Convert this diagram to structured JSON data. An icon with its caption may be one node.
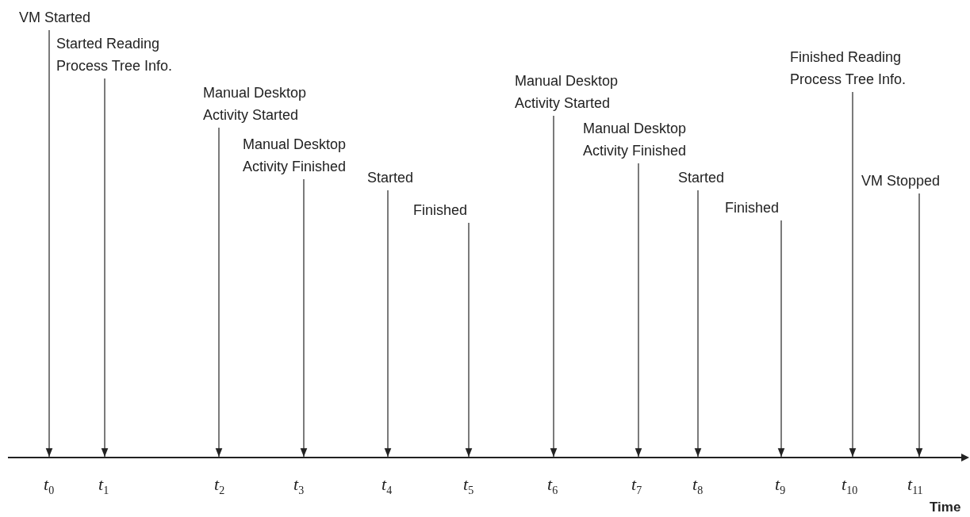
{
  "diagram": {
    "nodes": [
      {
        "text": [
          "VM Started"
        ]
      },
      {
        "text": [
          "Started Reading Process Tree Info."
        ]
      },
      {
        "text": [
          "Manual Desktop Activity Started"
        ]
      },
      {
        "text": [
          "Manual Desktop Activity Finished"
        ]
      },
      {
        "text": [
          "Started"
        ]
      },
      {
        "text": [
          "Finished"
        ]
      },
      {
        "text": [
          "Manual Desktop Activity Started"
        ]
      },
      {
        "text": [
          "Manual Desktop Activity Finished"
        ]
      },
      {
        "text": [
          "Started"
        ]
      },
      {
        "text": [
          "Finished"
        ]
      },
      {
        "text": [
          "Finished Reading Process Tree Info."
        ]
      },
      {
        "text": [
          "VM Stopped"
        ]
      }
    ],
    "edges": [
      {
        "from": 0,
        "to": null,
        "arrow": "to"
      },
      {
        "from": 1,
        "to": null,
        "arrow": "to"
      },
      {
        "from": 2,
        "to": null,
        "arrow": "to"
      },
      {
        "from": 3,
        "to": null,
        "arrow": "to"
      },
      {
        "from": 4,
        "to": null,
        "arrow": "to"
      },
      {
        "from": 5,
        "to": null,
        "arrow": "to"
      },
      {
        "from": 6,
        "to": null,
        "arrow": "to"
      },
      {
        "from": 7,
        "to": null,
        "arrow": "to"
      },
      {
        "from": 8,
        "to": null,
        "arrow": "to"
      },
      {
        "from": 9,
        "to": null,
        "arrow": "to"
      },
      {
        "from": 10,
        "to": null,
        "arrow": "to"
      },
      {
        "from": 11,
        "to": null,
        "arrow": "to"
      }
    ],
    "labels": [
      "*t*$_{0}$",
      "*t*$_{1}$",
      "*t*$_{2}$",
      "*t*$_{3}$",
      "*t*$_{4}$",
      "*t*$_{5}$",
      "*t*$_{6}$",
      "*t*$_{7}$",
      "*t*$_{8}$",
      "*t*$_{9}$",
      "*t*$_{10}$",
      "*t*$_{11}$",
      "Time"
    ]
  }
}
